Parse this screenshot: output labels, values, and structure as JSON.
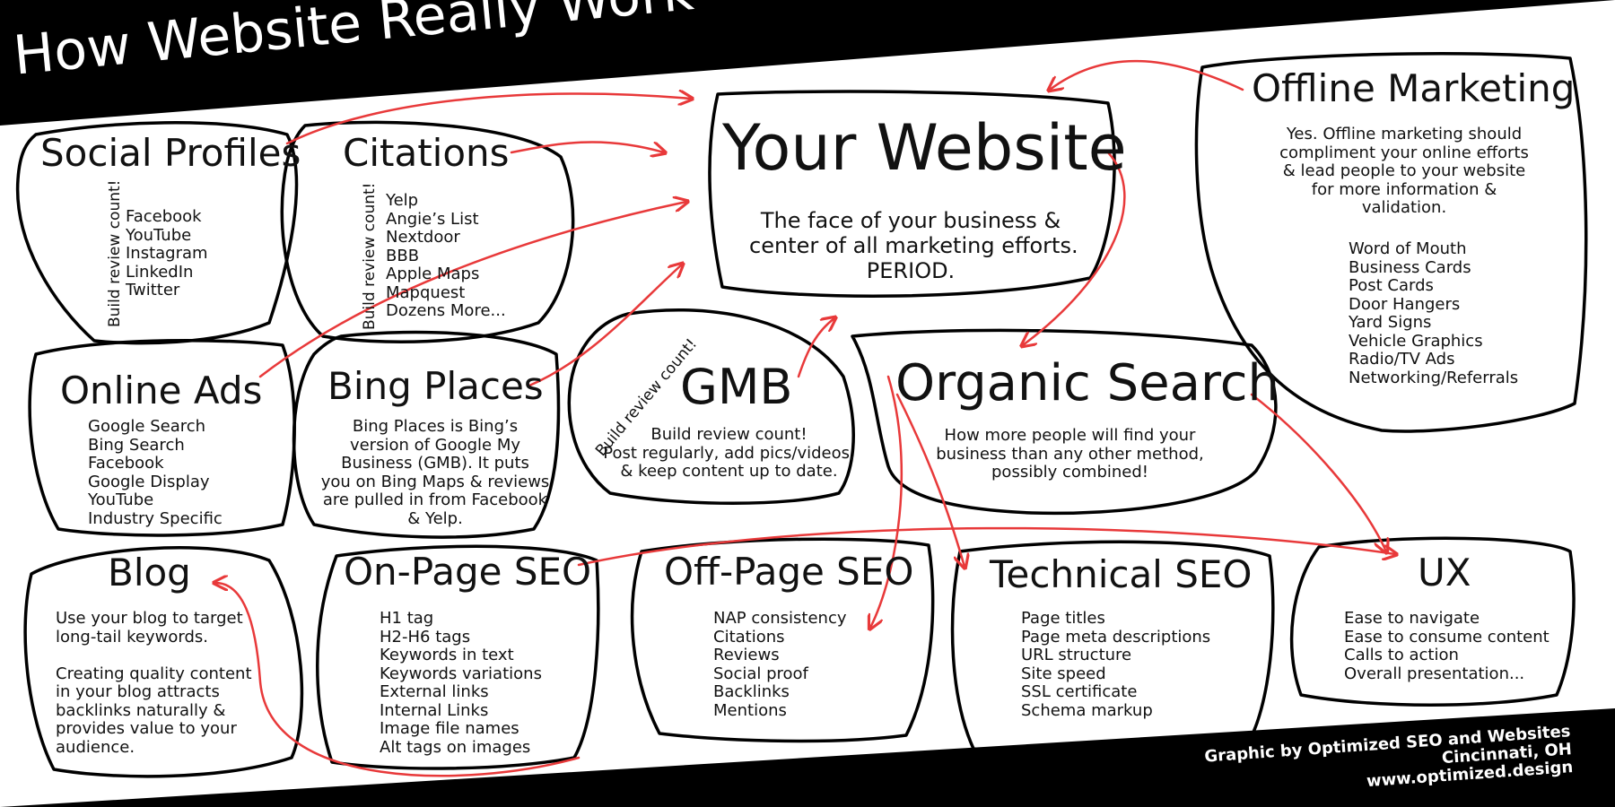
{
  "title": "How Website Really Work",
  "review_note": "Build review count!",
  "nodes": {
    "social": {
      "title": "Social Profiles",
      "items": [
        "Facebook",
        "YouTube",
        "Instagram",
        "LinkedIn",
        "Twitter"
      ]
    },
    "citations": {
      "title": "Citations",
      "items": [
        "Yelp",
        "Angie’s List",
        "Nextdoor",
        "BBB",
        "Apple Maps",
        "Mapquest",
        "Dozens More..."
      ]
    },
    "website": {
      "title": "Your Website",
      "lines": [
        "The face of your business &",
        "center of all marketing efforts.",
        "PERIOD."
      ]
    },
    "offline": {
      "title": "Offline Marketing",
      "lines": [
        "Yes.  Offline marketing should",
        "compliment your online efforts",
        "& lead people to your website",
        "for more information &",
        "validation."
      ],
      "items": [
        "Word of Mouth",
        "Business Cards",
        "Post Cards",
        "Door Hangers",
        "Yard Signs",
        "Vehicle Graphics",
        "Radio/TV Ads",
        "Networking/Referrals"
      ]
    },
    "online_ads": {
      "title": "Online Ads",
      "items": [
        "Google Search",
        "Bing Search",
        "Facebook",
        "Google Display",
        "YouTube",
        "Industry Specific"
      ]
    },
    "bing": {
      "title": "Bing Places",
      "lines": [
        "Bing Places is Bing’s",
        "version of Google My",
        "Business (GMB). It puts",
        "you on Bing Maps & reviews",
        "are pulled in from Facebook",
        "& Yelp."
      ]
    },
    "gmb": {
      "title": "GMB",
      "lines": [
        "Build review count!",
        "Post regularly, add pics/videos,",
        "& keep content up to date."
      ]
    },
    "organic": {
      "title": "Organic Search",
      "lines": [
        "How more people will find your",
        "business than any other method,",
        "possibly combined!"
      ]
    },
    "blog": {
      "title": "Blog",
      "lines": [
        "Use your blog to target",
        "long-tail keywords.",
        "",
        "Creating quality content",
        "in your blog attracts",
        "backlinks naturally &",
        "provides value to your",
        "audience."
      ]
    },
    "onpage": {
      "title": "On-Page SEO",
      "items": [
        "H1 tag",
        "H2-H6 tags",
        "Keywords in text",
        "Keywords variations",
        "External links",
        "Internal Links",
        "Image file names",
        "Alt tags on images"
      ]
    },
    "offpage": {
      "title": "Off-Page SEO",
      "items": [
        "NAP consistency",
        "Citations",
        "Reviews",
        "Social proof",
        "Backlinks",
        "Mentions"
      ]
    },
    "technical": {
      "title": "Technical SEO",
      "items": [
        "Page titles",
        "Page meta descriptions",
        "URL structure",
        "Site speed",
        "SSL certificate",
        "Schema markup"
      ]
    },
    "ux": {
      "title": "UX",
      "items": [
        "Ease to navigate",
        "Ease to consume content",
        "Calls to action",
        "Overall presentation..."
      ]
    }
  },
  "credit": [
    "Graphic by Optimized SEO and Websites",
    "Cincinnati, OH",
    "www.optimized.design"
  ],
  "colors": {
    "background": "#000000",
    "panel": "#ffffff",
    "ink": "#111111",
    "arrow": "#e8393a"
  }
}
